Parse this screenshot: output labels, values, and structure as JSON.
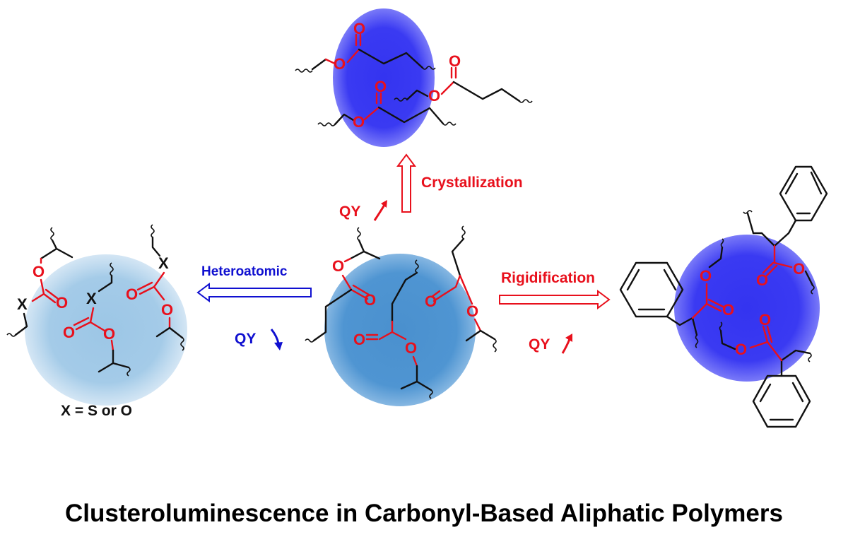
{
  "title": "Clusteroluminescence in Carbonyl-Based Aliphatic Polymers",
  "arrows": {
    "crystallization": "Crystallization",
    "heteroatomic": "Heteroatomic",
    "rigidification": "Rigidification"
  },
  "qy": {
    "crystallization": "QY",
    "heteroatomic": "QY",
    "rigidification": "QY"
  },
  "trend": {
    "crystallization": "increase",
    "heteroatomic": "decrease",
    "rigidification": "increase"
  },
  "x_definition": "X = S or O",
  "atoms": {
    "oxygen": "O",
    "hetero": "X"
  },
  "colors": {
    "red": "#e8101c",
    "blue_text": "#1010d0",
    "glow_light": "#9cc7e8",
    "glow_mid": "#4d93d0",
    "glow_strong": "#3030ee"
  }
}
